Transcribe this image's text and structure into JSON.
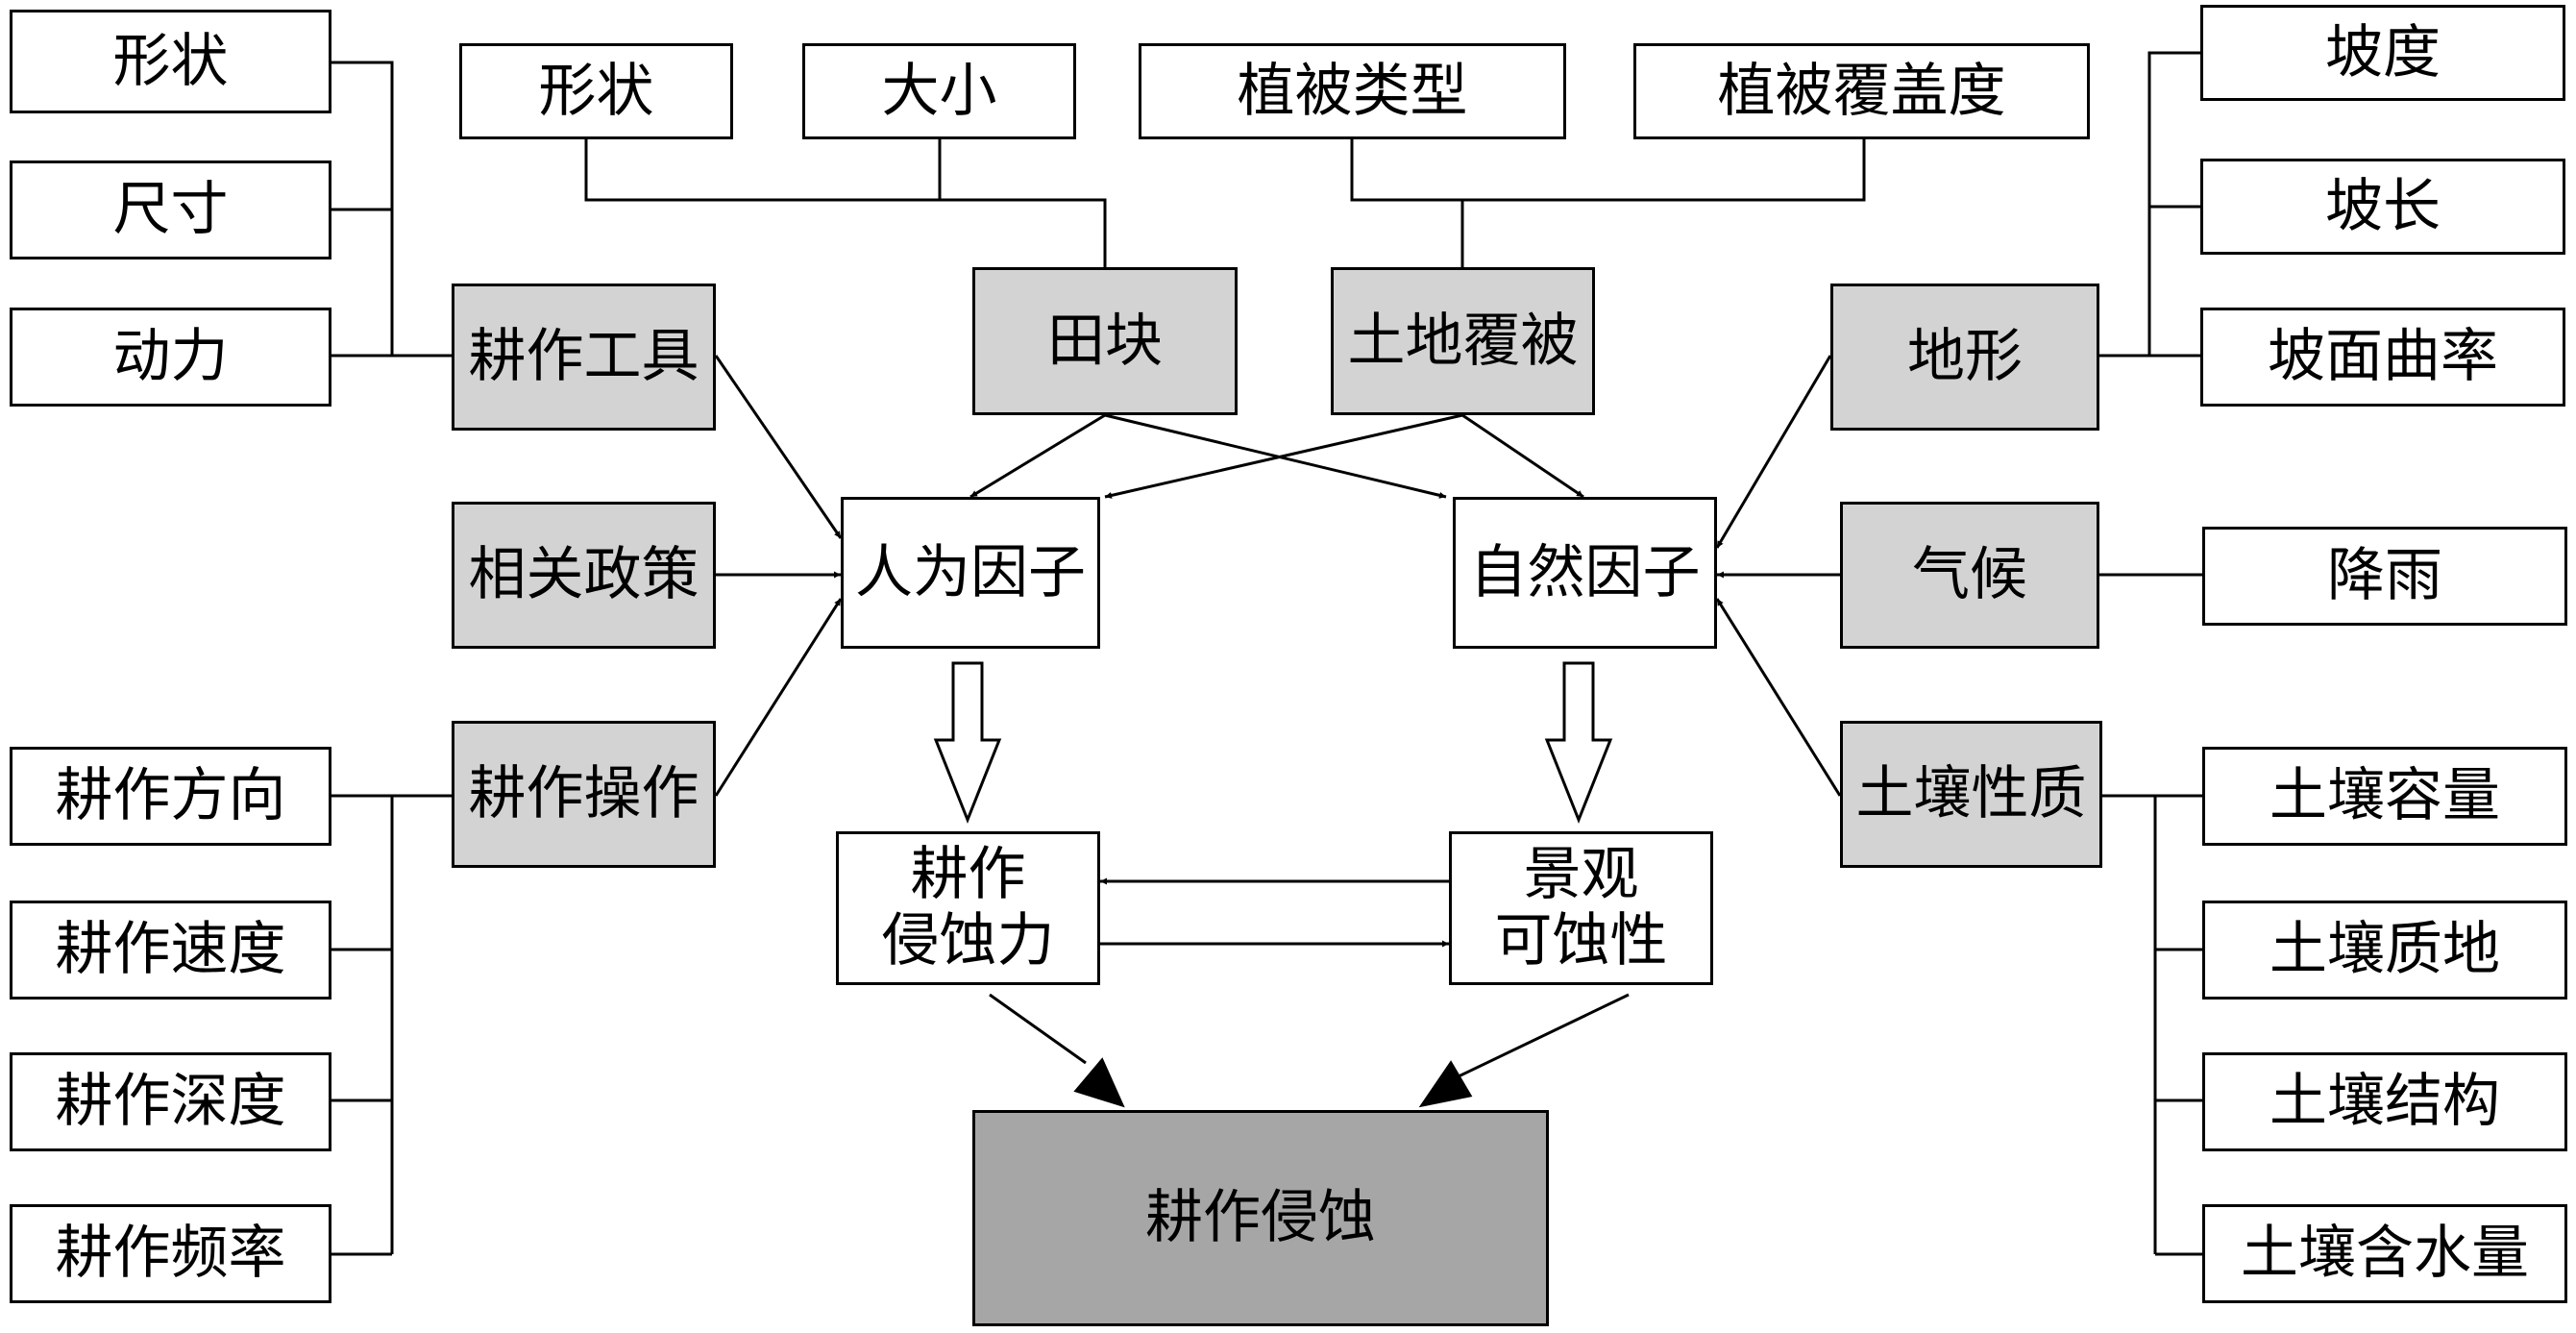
{
  "colors": {
    "line": "#000000",
    "box": "#ffffff",
    "shaded_box": "#d3d3d3",
    "result_box": "#a6a6a6"
  },
  "nodes": {
    "tool_shape": "形状",
    "tool_size": "尺寸",
    "tool_power": "动力",
    "tillage_tool": "耕作工具",
    "related_policy": "相关政策",
    "tillage_operation": "耕作操作",
    "op_direction": "耕作方向",
    "op_speed": "耕作速度",
    "op_depth": "耕作深度",
    "op_frequency": "耕作频率",
    "field_shape": "形状",
    "field_size": "大小",
    "vegetation_type": "植被类型",
    "vegetation_cover": "植被覆盖度",
    "field_block": "田块",
    "land_cover": "土地覆被",
    "human_factor": "人为因子",
    "natural_factor": "自然因子",
    "tillage_erosivity": [
      "耕作",
      "侵蚀力"
    ],
    "landscape_erodibility": [
      "景观",
      "可蚀性"
    ],
    "tillage_erosion": "耕作侵蚀",
    "terrain": "地形",
    "slope": "坡度",
    "slope_length": "坡长",
    "slope_curvature": "坡面曲率",
    "climate": "气候",
    "rainfall": "降雨",
    "soil_properties": "土壤性质",
    "soil_bulk_density": "土壤容量",
    "soil_texture": "土壤质地",
    "soil_structure": "土壤结构",
    "soil_moisture": "土壤含水量"
  }
}
